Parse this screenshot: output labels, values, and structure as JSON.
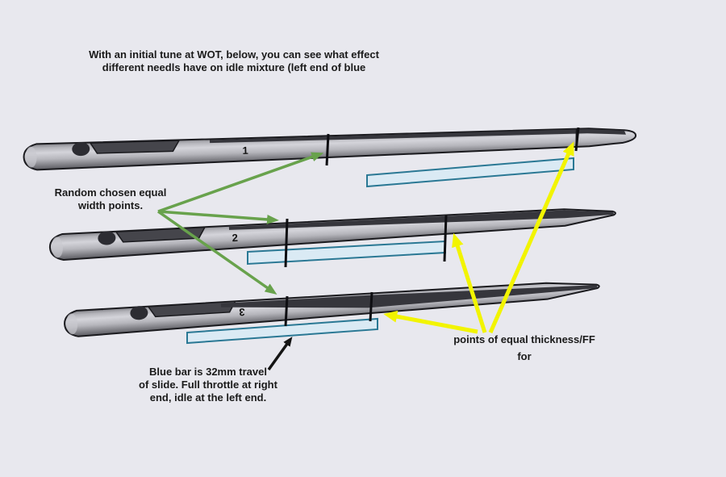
{
  "texts": {
    "intro_line1": "With an initial tune at WOT, below, you can see what effect",
    "intro_line2": "different needls have on idle mixture (left end of blue",
    "random_line1": "Random chosen equal",
    "random_line2": "width points.",
    "thickness_line1": "points of equal thickness/FF",
    "thickness_line2": "for",
    "bluebar_line1": "Blue bar is 32mm travel",
    "bluebar_line2": "of slide.  Full throttle at right",
    "bluebar_line3": "end, idle at the left end."
  },
  "needles": [
    {
      "label": "1"
    },
    {
      "label": "2"
    },
    {
      "label": "3"
    }
  ],
  "colors": {
    "background": "#e8e8ee",
    "needle_outline": "#1a1a1e",
    "needle_body_light": "#d4d4da",
    "needle_body_dark": "#5a5a60",
    "bar_fill": "#daeaf4",
    "bar_stroke": "#2a7894",
    "green_arrow": "#68a24c",
    "yellow_arrow": "#f2f400",
    "black_arrow": "#141414",
    "text": "#1a1a1a"
  }
}
